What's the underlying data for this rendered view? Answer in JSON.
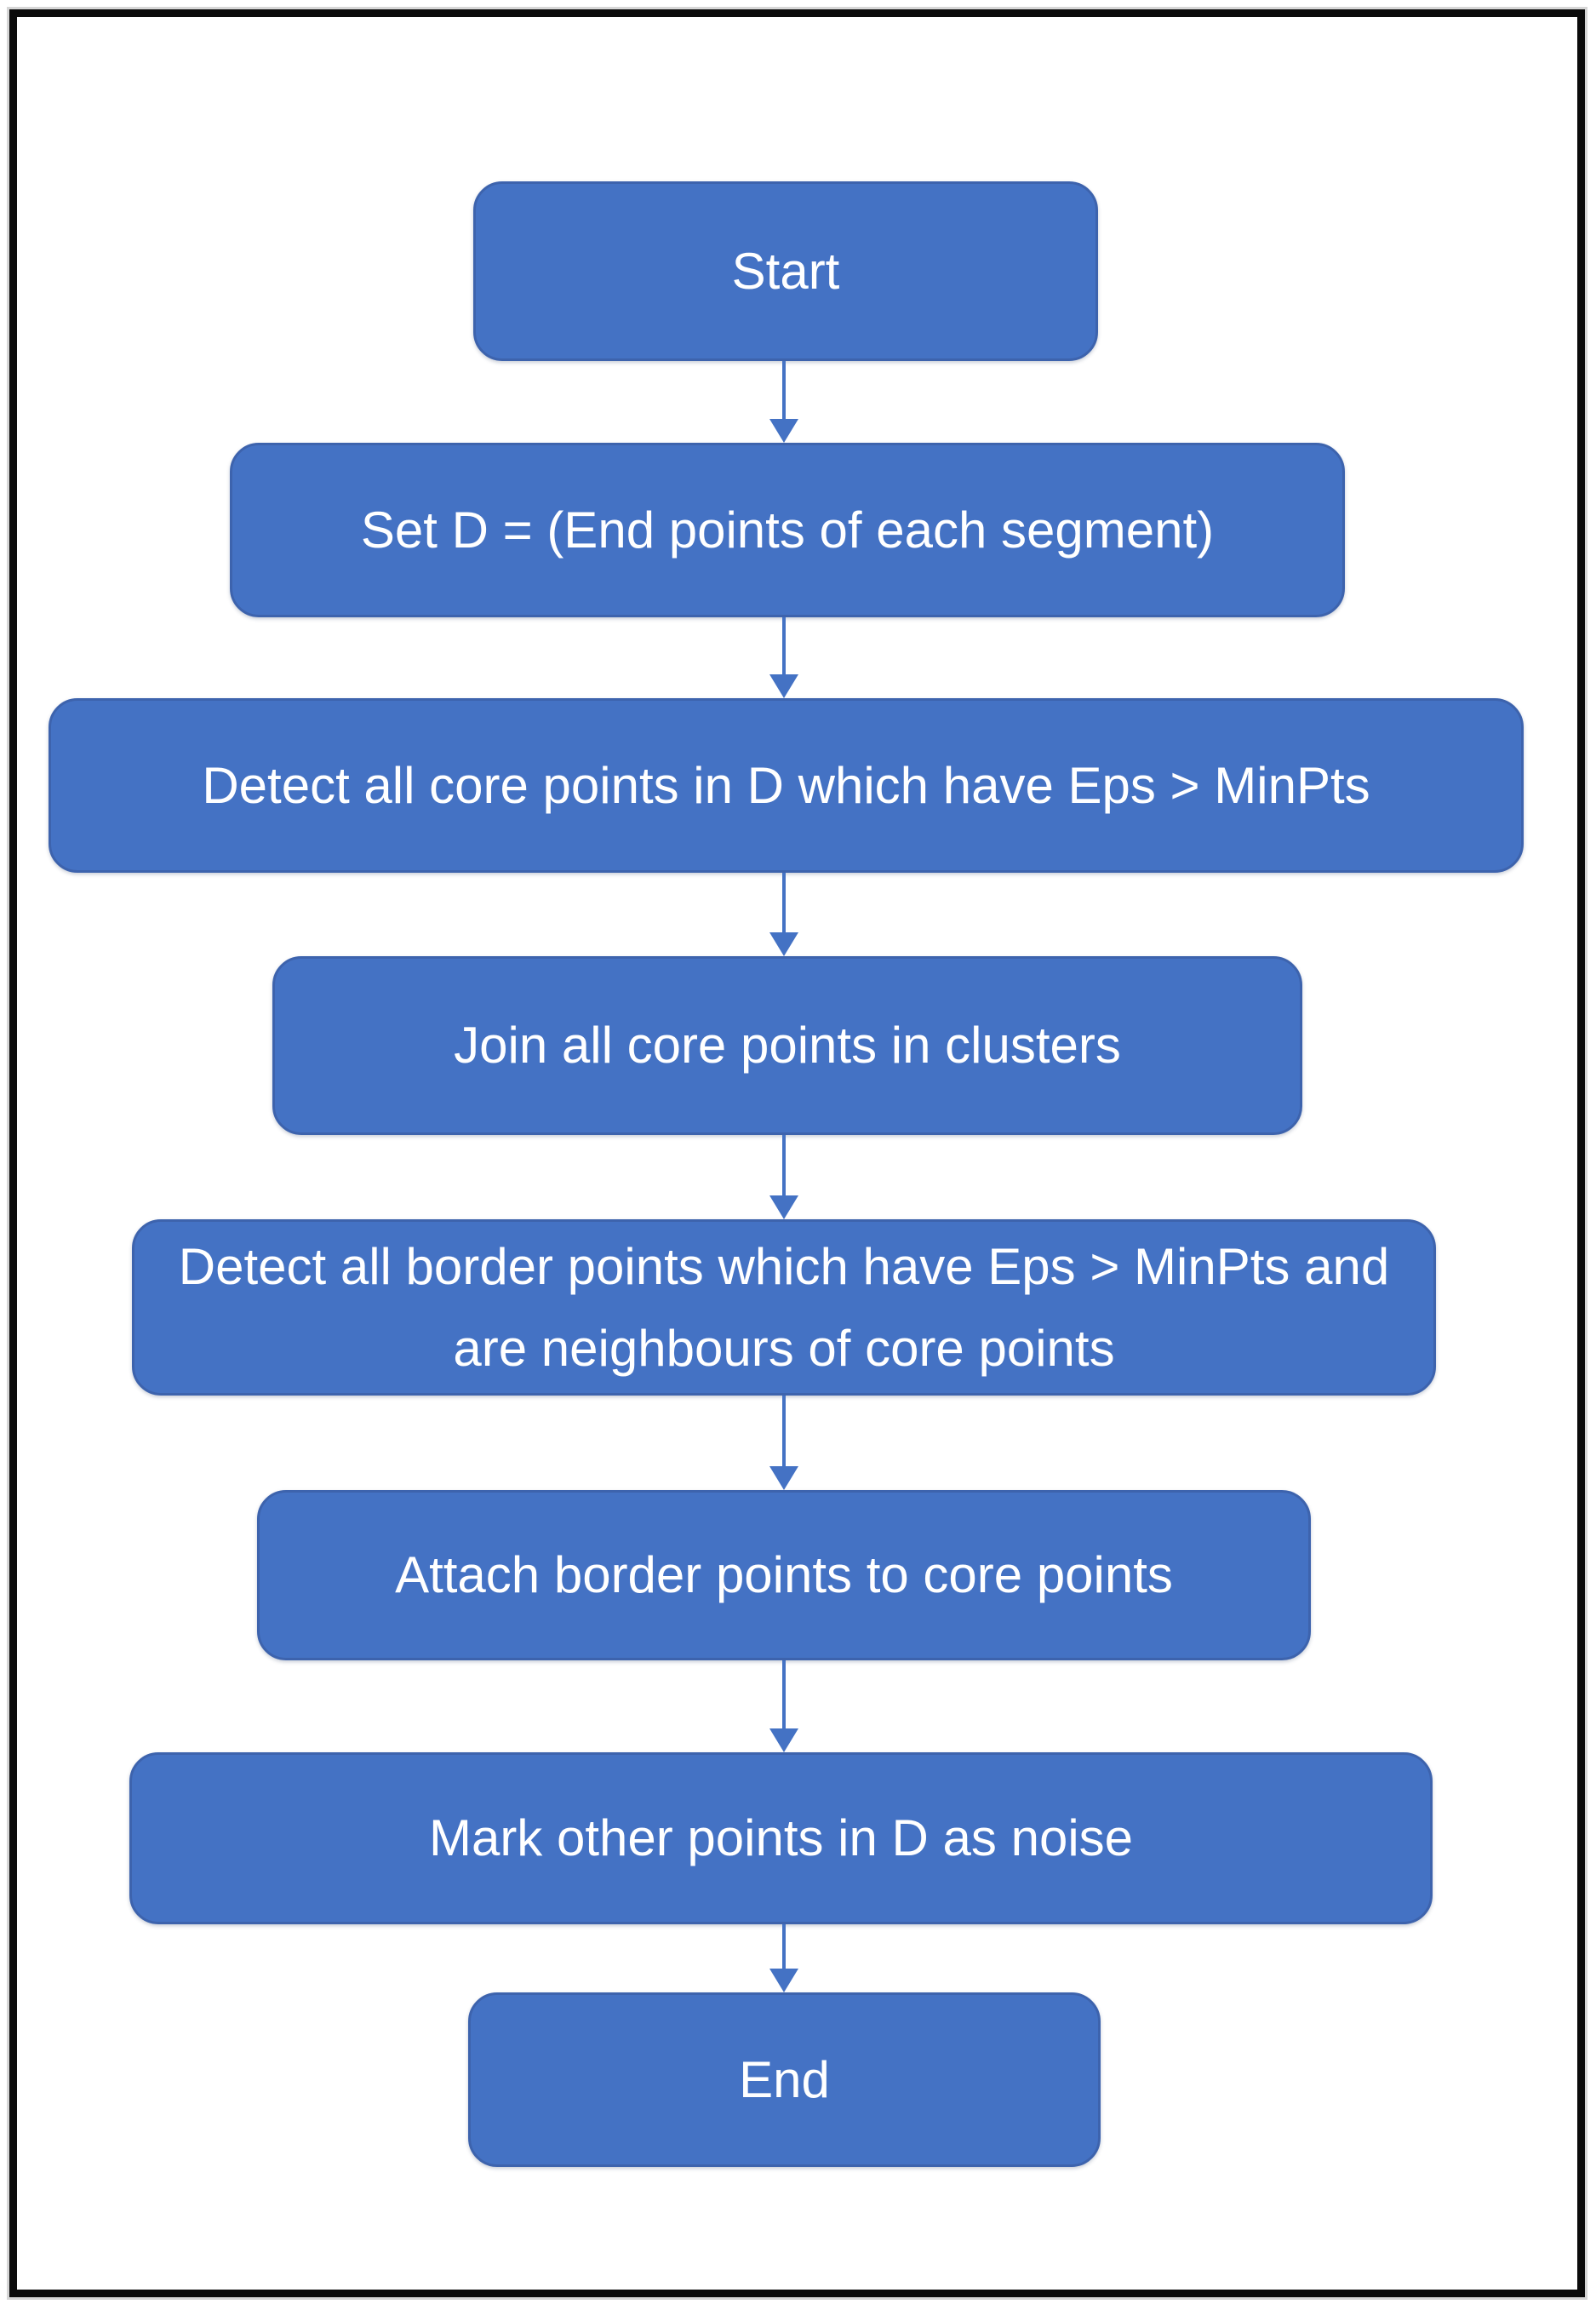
{
  "diagram": {
    "type": "flowchart",
    "colors": {
      "node_fill": "#4472c4",
      "node_border": "#3d63ad",
      "node_text": "#ffffff",
      "arrow": "#4472c4",
      "frame_border": "#0b0b0b",
      "background": "#ffffff"
    },
    "nodes": [
      {
        "id": "start",
        "label": "Start"
      },
      {
        "id": "set-d",
        "label": "Set D = (End points of each segment)"
      },
      {
        "id": "detect-core",
        "label": "Detect all core points in D which have Eps > MinPts"
      },
      {
        "id": "join-core",
        "label": "Join all core points in clusters"
      },
      {
        "id": "detect-border",
        "label": "Detect all border points which have Eps > MinPts and are neighbours of core points"
      },
      {
        "id": "attach-border",
        "label": "Attach border points to core points"
      },
      {
        "id": "mark-noise",
        "label": "Mark other points in D as noise"
      },
      {
        "id": "end",
        "label": "End"
      }
    ],
    "edges": [
      {
        "from": "start",
        "to": "set-d"
      },
      {
        "from": "set-d",
        "to": "detect-core"
      },
      {
        "from": "detect-core",
        "to": "join-core"
      },
      {
        "from": "join-core",
        "to": "detect-border"
      },
      {
        "from": "detect-border",
        "to": "attach-border"
      },
      {
        "from": "attach-border",
        "to": "mark-noise"
      },
      {
        "from": "mark-noise",
        "to": "end"
      }
    ]
  }
}
